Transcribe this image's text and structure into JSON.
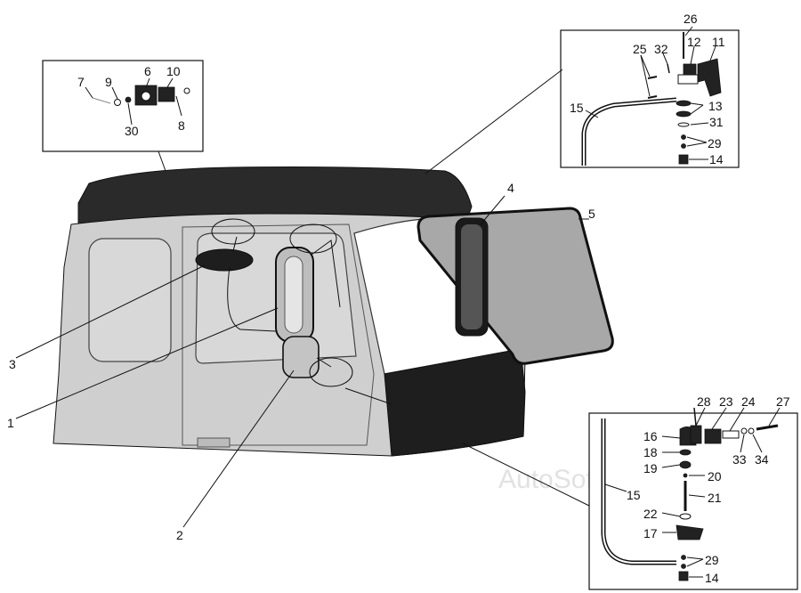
{
  "watermark": "AutoSoft",
  "callouts": {
    "c1": "1",
    "c2": "2",
    "c3": "3",
    "c4": "4",
    "c5": "5",
    "c6": "6",
    "c7": "7",
    "c8": "8",
    "c9": "9",
    "c10": "10",
    "c11": "11",
    "c12": "12",
    "c13": "13",
    "c14a": "14",
    "c14b": "14",
    "c15a": "15",
    "c15b": "15",
    "c16": "16",
    "c17": "17",
    "c18": "18",
    "c19": "19",
    "c20": "20",
    "c21": "21",
    "c22": "22",
    "c23": "23",
    "c24": "24",
    "c25": "25",
    "c26": "26",
    "c27": "27",
    "c28": "28",
    "c29a": "29",
    "c29b": "29",
    "c30": "30",
    "c31": "31",
    "c32": "32",
    "c33": "33",
    "c34": "34"
  }
}
